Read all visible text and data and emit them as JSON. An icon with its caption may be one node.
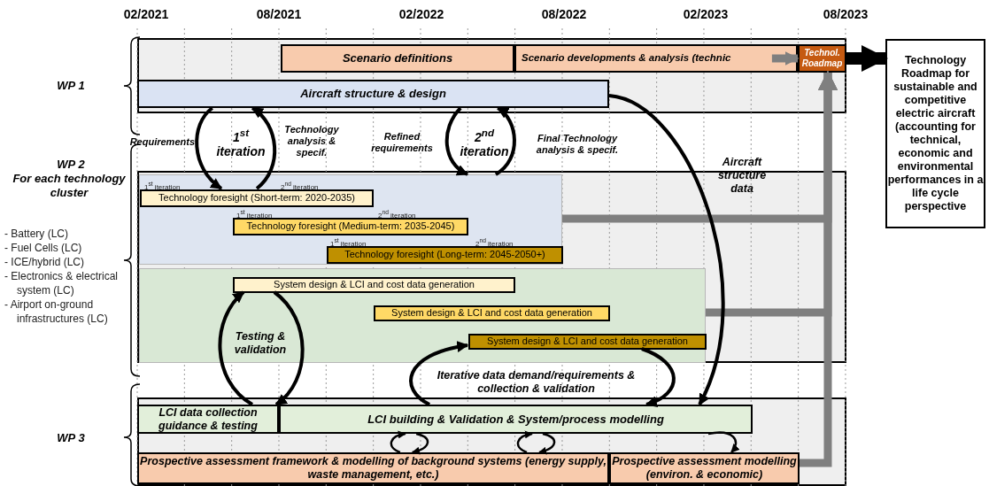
{
  "diagram": {
    "nodes": [
      {
        "text": [
          "Scenario definitions"
        ]
      },
      {
        "text": [
          "Scenario developments & analysis (technic"
        ]
      },
      {
        "text": [
          "Technol. Roadmap"
        ]
      },
      {
        "text": [
          "Technology Roadmap for sustainable and competitive electric aircraft (accounting for technical, economic and environmental performances in a life cycle perspective"
        ]
      },
      {
        "text": [
          "Aircraft structure & design"
        ]
      },
      {
        "text": [],
        "shape": "box"
      },
      {
        "text": [
          "Technology foresight (Short-term: 2020-2035)"
        ],
        "in": 5,
        "beside": [
          "1$^{st}$ iteration",
          "2$^{nd}$ iteration"
        ]
      },
      {
        "text": [
          "Technology foresight (Medium-term: 2035-2045)"
        ],
        "in": 5,
        "beside": [
          "1$^{st}$ iteration",
          "2$^{nd}$ iteration"
        ]
      },
      {
        "text": [
          "Technology foresight (Long-term: 2045-2050+)"
        ],
        "in": 5,
        "beside": [
          "1$^{st}$ iteration",
          "2$^{nd}$ iteration"
        ]
      },
      {
        "text": [],
        "shape": "box"
      },
      {
        "text": [
          "System design & LCI and cost data generation"
        ],
        "in": 9
      },
      {
        "text": [
          "System design & LCI and cost data generation"
        ],
        "in": 9
      },
      {
        "text": [
          "System design & LCI and cost data generation"
        ],
        "in": 9
      },
      {
        "text": [
          "LCI data collection guidance & testing"
        ]
      },
      {
        "text": [
          "LCI building & Validation & System/process modelling"
        ]
      },
      {
        "text": [
          "Prospective assessment framework & modelling of background systems (energy supply, waste management, etc.)"
        ]
      },
      {
        "text": [
          "Prospective assessment modelling (environ. & economic)"
        ]
      }
    ],
    "edges": [
      {
        "from": 1,
        "to": 2,
        "arrow": "to",
        "style": "thick",
        "color": "#7f7f7f"
      },
      {
        "from": 2,
        "to": 3,
        "arrow": "to",
        "style": "thick"
      },
      {
        "from": 5,
        "to": 2,
        "arrow": "to",
        "style": "thick",
        "color": "#7f7f7f"
      },
      {
        "from": 9,
        "to": 2,
        "arrow": "to",
        "style": "thick",
        "color": "#7f7f7f"
      },
      {
        "from": 16,
        "to": 2,
        "arrow": "to",
        "style": "thick",
        "color": "#7f7f7f"
      },
      {
        "from": 4,
        "to": 6,
        "arrow": "to",
        "label": "Requirements"
      },
      {
        "from": 6,
        "to": 4,
        "arrow": "to",
        "label": "Technology analysis & specif."
      },
      {
        "from": 4,
        "to": 5,
        "arrow": "to",
        "label": "Refined requirements"
      },
      {
        "from": 5,
        "to": 4,
        "arrow": "to",
        "label": "Final Technology analysis & specif."
      },
      {
        "from": 4,
        "to": 14,
        "arrow": "to",
        "label": "Aircraft structure data"
      },
      {
        "from": 13,
        "to": 10,
        "arrow": "to"
      },
      {
        "from": 10,
        "to": 13,
        "arrow": "to"
      },
      {
        "from": 14,
        "to": 12,
        "arrow": "to"
      },
      {
        "from": 12,
        "to": 14,
        "arrow": "to"
      },
      {
        "from": 15,
        "to": 14,
        "arrow": "to"
      },
      {
        "from": 14,
        "to": 15,
        "arrow": "to"
      },
      {
        "from": 15,
        "to": 14,
        "arrow": "to"
      },
      {
        "from": 14,
        "to": 15,
        "arrow": "to"
      },
      {
        "from": 14,
        "to": 16,
        "arrow": "to"
      }
    ],
    "labels": [
      "02/2021",
      "08/2021",
      "02/2022",
      "08/2022",
      "02/2023",
      "08/2023",
      "WP 1",
      "WP 2",
      "For each technology cluster",
      "- Battery (LC)",
      "- Fuel Cells (LC)",
      "- ICE/hybrid (LC)",
      "- Electronics & electrical system (LC)",
      "- Airport on-ground infrastructures (LC)",
      "WP 3",
      "1$^{st}$ iteration",
      "2$^{nd}$ iteration",
      "Testing & validation",
      "Iterative data demand/requirements & collection & validation"
    ]
  }
}
